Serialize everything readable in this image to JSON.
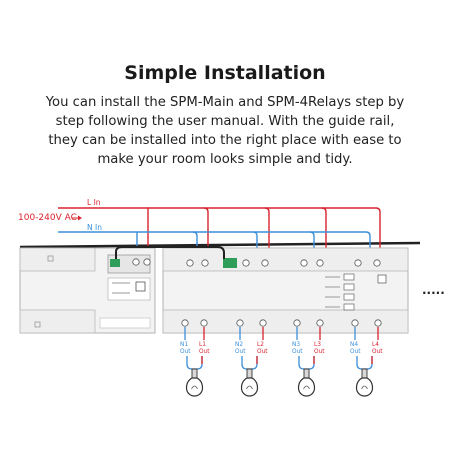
{
  "title": "Simple Installation",
  "subtitle": "You can install the SPM-Main and SPM-4Relays step by step following the user manual. With the guide rail, they can be installed into the right place with ease to make your room looks simple and tidy.",
  "wiring": {
    "l_in": "L In",
    "n_in": "N In",
    "ac": "100-240V AC",
    "ellipsis": "....."
  },
  "outputs": [
    {
      "n": "N1",
      "l": "L1",
      "out": "Out"
    },
    {
      "n": "N2",
      "l": "L2",
      "out": "Out"
    },
    {
      "n": "N3",
      "l": "L3",
      "out": "Out"
    },
    {
      "n": "N4",
      "l": "L4",
      "out": "Out"
    }
  ],
  "colors": {
    "live": "#d9232e",
    "neutral": "#3a8fd8",
    "bus": "#222222",
    "module": "#f3f3f3",
    "connector": "#2e9e5a"
  }
}
